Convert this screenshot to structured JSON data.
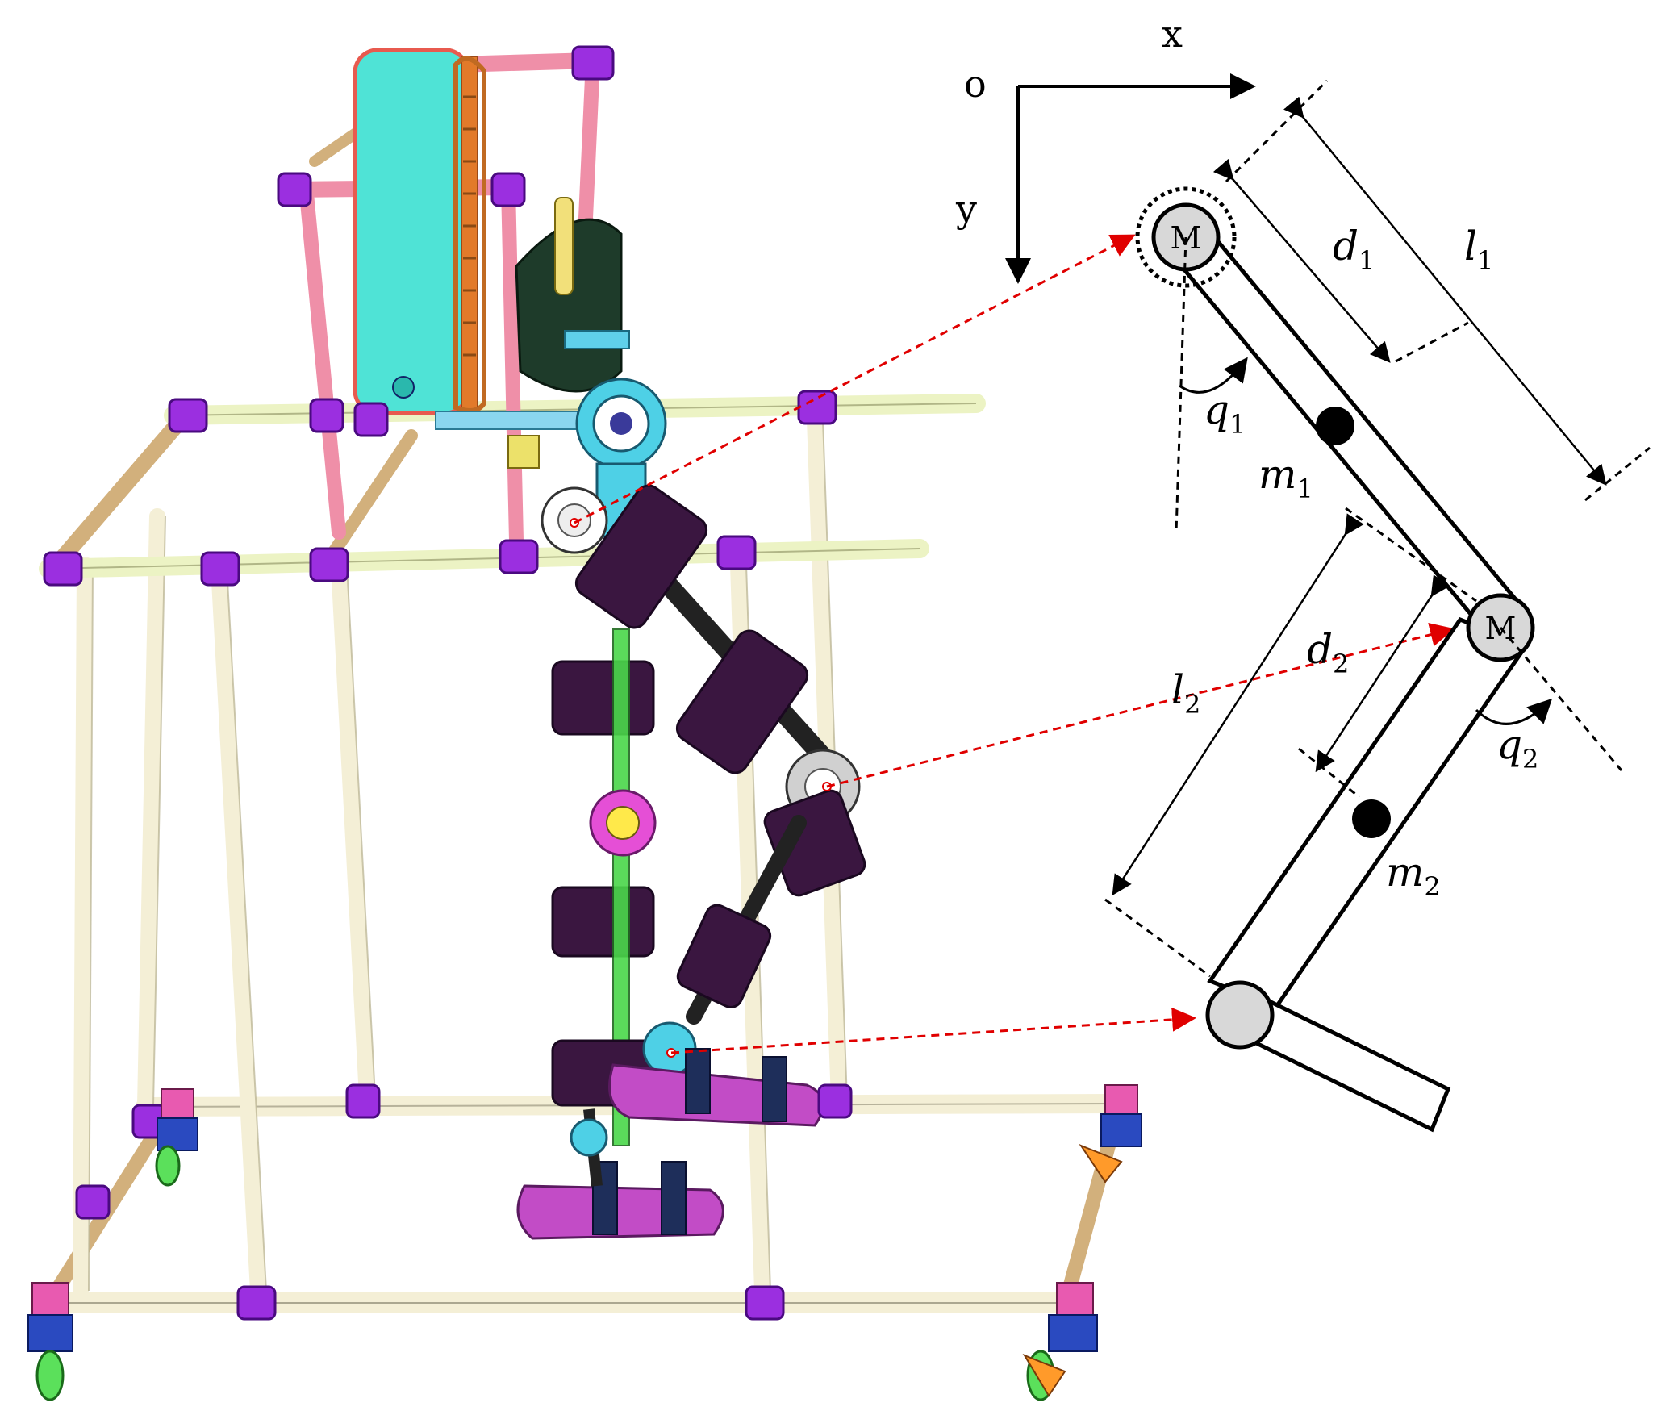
{
  "diagram": {
    "axes": {
      "origin": "o",
      "x": "x",
      "y": "y"
    },
    "joints": [
      {
        "id": "hip",
        "symbol": "M"
      },
      {
        "id": "knee",
        "symbol": "M"
      },
      {
        "id": "ankle",
        "symbol": ""
      }
    ],
    "labels": {
      "d1": {
        "base": "d",
        "sub": "1"
      },
      "l1": {
        "base": "l",
        "sub": "1"
      },
      "q1": {
        "base": "q",
        "sub": "1"
      },
      "m1": {
        "base": "m",
        "sub": "1"
      },
      "d2": {
        "base": "d",
        "sub": "2"
      },
      "l2": {
        "base": "l",
        "sub": "2"
      },
      "q2": {
        "base": "q",
        "sub": "2"
      },
      "m2": {
        "base": "m",
        "sub": "2"
      }
    },
    "colors": {
      "purple_joint": "#9b2fe0",
      "cream_tube": "#f4efd6",
      "olive_tube": "#ecf3c4",
      "tan_tube": "#d2b07c",
      "pink_tube": "#ef8fa8",
      "cyan_panel": "#4fe3d6",
      "dark_purple": "#3a1640",
      "magenta_foot": "#c24cc6",
      "link_red": "#e00000"
    }
  }
}
